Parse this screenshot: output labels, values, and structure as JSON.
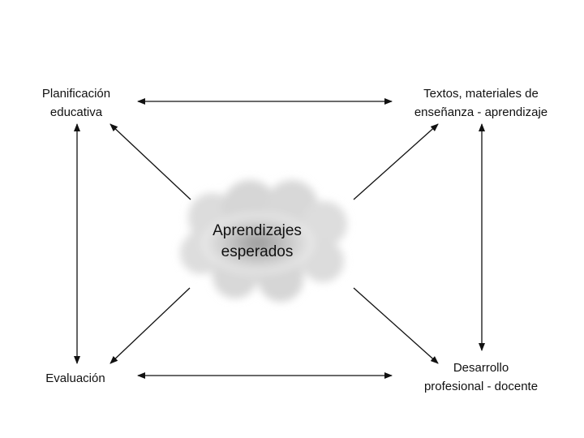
{
  "center": {
    "text": "Aprendizajes\nesperados"
  },
  "nodes": {
    "planning": "Planificación\neducativa",
    "texts": "Textos, materiales de\nenseñanza - aprendizaje",
    "evaluation": "Evaluación",
    "development": "Desarrollo\nprofesional - docente"
  },
  "colors": {
    "line": "#111111",
    "cloud_light": "#f2f2f2",
    "cloud_dark": "#9a9a9a"
  },
  "connections": [
    {
      "from": "planning",
      "to": "texts",
      "type": "double-arrow"
    },
    {
      "from": "planning",
      "to": "evaluation",
      "type": "double-arrow"
    },
    {
      "from": "texts",
      "to": "development",
      "type": "double-arrow"
    },
    {
      "from": "evaluation",
      "to": "development",
      "type": "double-arrow"
    },
    {
      "from": "center",
      "to": "planning",
      "type": "arrow"
    },
    {
      "from": "center",
      "to": "texts",
      "type": "arrow"
    },
    {
      "from": "center",
      "to": "evaluation",
      "type": "arrow"
    },
    {
      "from": "center",
      "to": "development",
      "type": "arrow"
    }
  ]
}
